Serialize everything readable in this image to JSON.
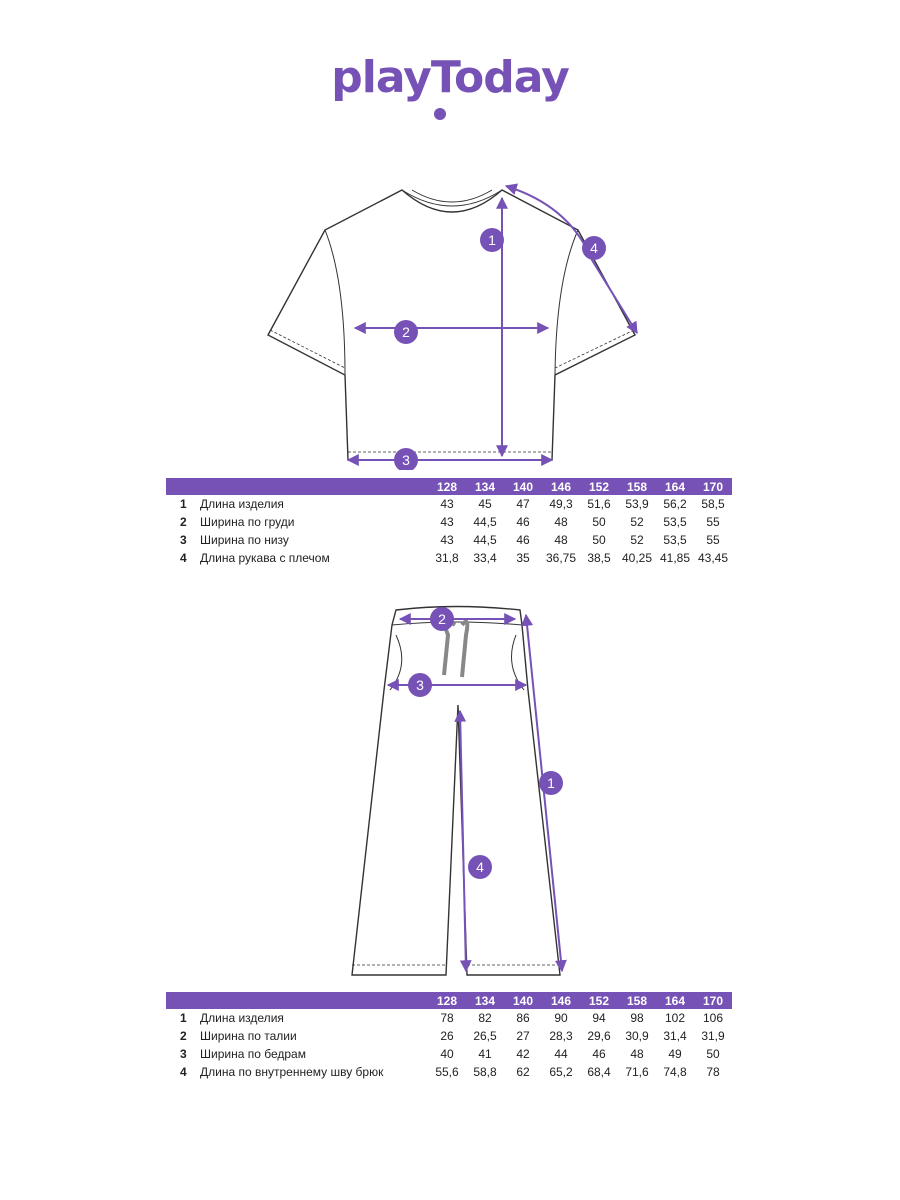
{
  "brand": {
    "logo_text": "playToday",
    "accent_color": "#7652b6"
  },
  "shirt": {
    "markers": [
      "1",
      "2",
      "3",
      "4"
    ],
    "table": {
      "sizes": [
        "128",
        "134",
        "140",
        "146",
        "152",
        "158",
        "164",
        "170"
      ],
      "rows": [
        {
          "num": "1",
          "label": "Длина изделия",
          "values": [
            "43",
            "45",
            "47",
            "49,3",
            "51,6",
            "53,9",
            "56,2",
            "58,5"
          ]
        },
        {
          "num": "2",
          "label": "Ширина по груди",
          "values": [
            "43",
            "44,5",
            "46",
            "48",
            "50",
            "52",
            "53,5",
            "55"
          ]
        },
        {
          "num": "3",
          "label": "Ширина по низу",
          "values": [
            "43",
            "44,5",
            "46",
            "48",
            "50",
            "52",
            "53,5",
            "55"
          ]
        },
        {
          "num": "4",
          "label": "Длина рукава с плечом",
          "values": [
            "31,8",
            "33,4",
            "35",
            "36,75",
            "38,5",
            "40,25",
            "41,85",
            "43,45"
          ]
        }
      ]
    }
  },
  "pants": {
    "markers": [
      "1",
      "2",
      "3",
      "4"
    ],
    "table": {
      "sizes": [
        "128",
        "134",
        "140",
        "146",
        "152",
        "158",
        "164",
        "170"
      ],
      "rows": [
        {
          "num": "1",
          "label": "Длина изделия",
          "values": [
            "78",
            "82",
            "86",
            "90",
            "94",
            "98",
            "102",
            "106"
          ]
        },
        {
          "num": "2",
          "label": "Ширина по талии",
          "values": [
            "26",
            "26,5",
            "27",
            "28,3",
            "29,6",
            "30,9",
            "31,4",
            "31,9"
          ]
        },
        {
          "num": "3",
          "label": "Ширина по бедрам",
          "values": [
            "40",
            "41",
            "42",
            "44",
            "46",
            "48",
            "49",
            "50"
          ]
        },
        {
          "num": "4",
          "label": "Длина по внутреннему шву брюк",
          "values": [
            "55,6",
            "58,8",
            "62",
            "65,2",
            "68,4",
            "71,6",
            "74,8",
            "78"
          ]
        }
      ]
    }
  }
}
